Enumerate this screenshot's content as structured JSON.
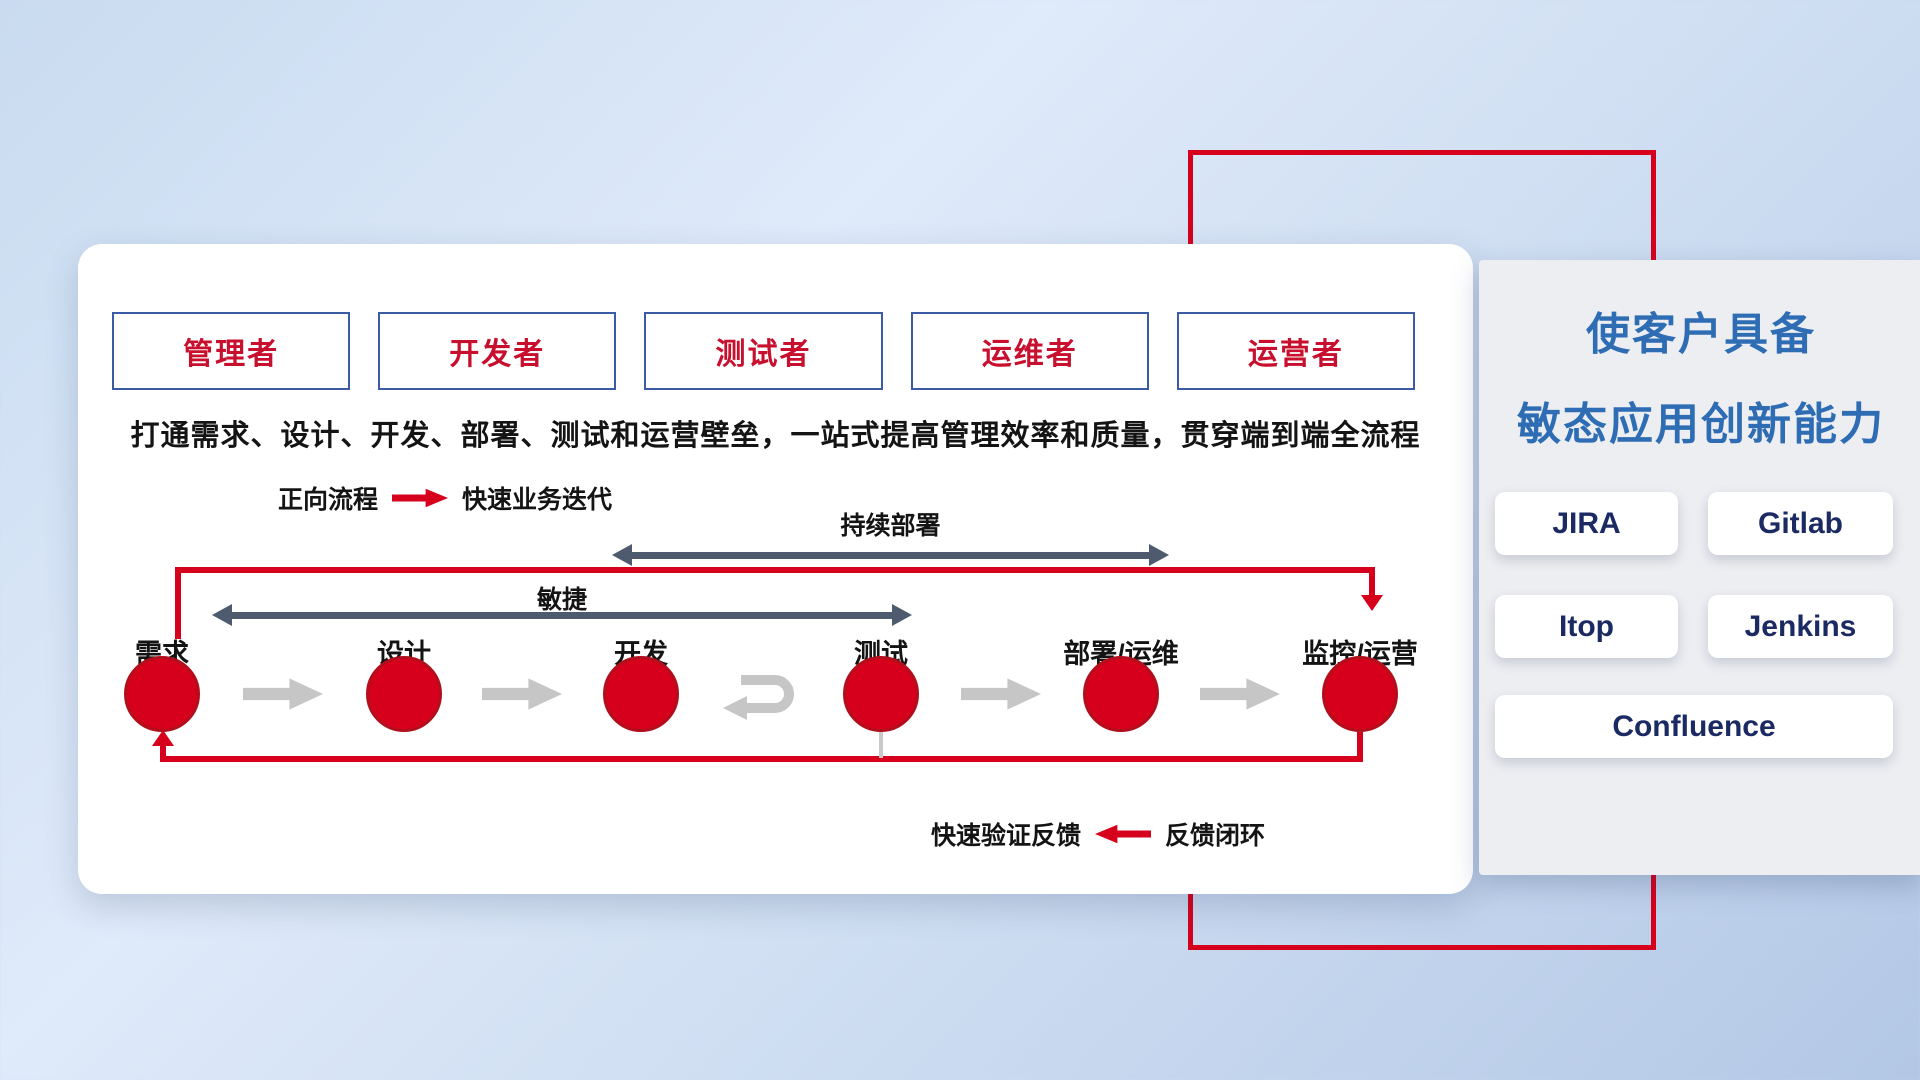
{
  "roles": [
    "管理者",
    "开发者",
    "测试者",
    "运维者",
    "运营者"
  ],
  "banner": "打通需求、设计、开发、部署、测试和运营壁垒，一站式提高管理效率和质量，贯穿端到端全流程",
  "legend": {
    "forward_label": "正向流程",
    "forward_value": "快速业务迭代",
    "feedback_value": "快速验证反馈",
    "feedback_label": "反馈闭环"
  },
  "spans": {
    "continuous_deploy": "持续部署",
    "agile": "敏捷"
  },
  "flow_nodes": [
    "需求",
    "设计",
    "开发",
    "测试",
    "部署/运维",
    "监控/运营"
  ],
  "panel": {
    "title_line1": "使客户具备",
    "title_line2": "敏态应用创新能力",
    "tools": [
      "JIRA",
      "Gitlab",
      "Itop",
      "Jenkins",
      "Confluence"
    ]
  },
  "colors": {
    "accent_red": "#d6001c",
    "title_blue": "#2e6db4",
    "role_text_red": "#c8102e",
    "role_border_blue": "#3b5ba5",
    "dark_arrow_gray": "#4e5b6e",
    "light_arrow_gray": "#c6c6c6"
  }
}
